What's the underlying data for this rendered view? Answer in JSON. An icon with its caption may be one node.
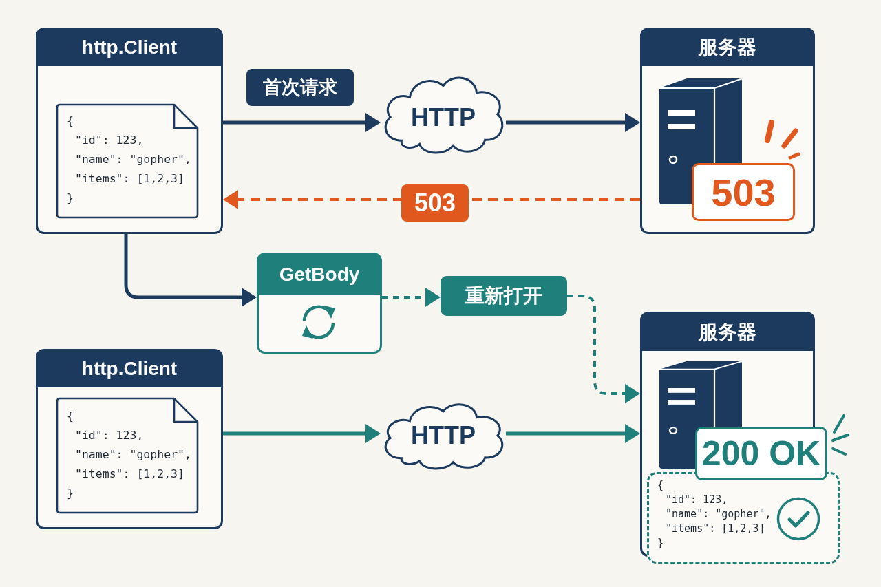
{
  "diagram": {
    "nodes": [
      {
        "text": [
          "http.Client"
        ]
      },
      {
        "text": [
          "{",
          "\"id\": 123,",
          "\"name\": \"gopher\",",
          "\"items\": [1,2,3]",
          "}"
        ],
        "in": 0
      },
      {
        "text": [
          "HTTP"
        ]
      },
      {
        "text": [
          "服务器"
        ]
      },
      {
        "text": [
          "503"
        ],
        "in": 3
      },
      {
        "text": [
          "GetBody"
        ]
      },
      {
        "text": [
          "重新打开"
        ]
      },
      {
        "text": [
          "http.Client"
        ]
      },
      {
        "text": [
          "{",
          "\"id\": 123,",
          "\"name\": \"gopher\",",
          "\"items\": [1,2,3]",
          "}"
        ],
        "in": 7
      },
      {
        "text": [
          "HTTP"
        ]
      },
      {
        "text": [
          "服务器"
        ]
      },
      {
        "text": [
          "200 OK"
        ],
        "in": 10
      },
      {
        "text": [
          "{",
          "\"id\": 123,",
          "\"name\": \"gopher\",",
          "\"items\": [1,2,3]",
          "}"
        ],
        "in": 10
      }
    ],
    "edges": [
      {
        "from": 0,
        "to": 2,
        "arrow": "to",
        "label": "首次请求",
        "color": "#1c3a5e"
      },
      {
        "from": 2,
        "to": 3,
        "arrow": "to",
        "color": "#1c3a5e"
      },
      {
        "from": 3,
        "to": 0,
        "arrow": "to",
        "label": "503",
        "style": "dashed",
        "color": "#e1581e"
      },
      {
        "from": 0,
        "to": 5,
        "arrow": "to",
        "color": "#1c3a5e"
      },
      {
        "from": 5,
        "to": 6,
        "arrow": "to",
        "style": "dashed"
      },
      {
        "from": 6,
        "to": 10,
        "arrow": "to",
        "style": "dashed"
      },
      {
        "from": 7,
        "to": 9,
        "arrow": "to"
      },
      {
        "from": 9,
        "to": 10,
        "arrow": "to"
      }
    ]
  }
}
